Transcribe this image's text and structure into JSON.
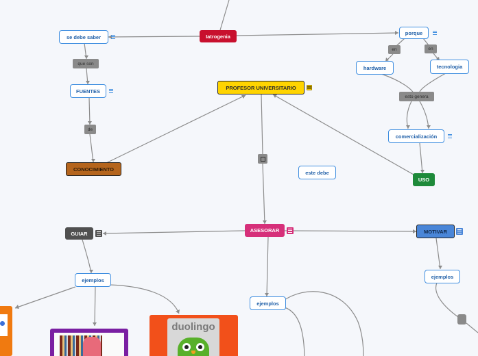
{
  "colors": {
    "line": "#8c8c8c",
    "outline_border": "#3f8ee0",
    "outline_text": "#1f5fa8",
    "iatrogenia": "#c8102e",
    "profesor": "#ffd400",
    "conocimiento": "#b5651d",
    "uso": "#1e8a3a",
    "asesorar": "#d6307a",
    "guiar": "#505050",
    "motivar": "#4a86d8",
    "duolingo_orange": "#f2501a",
    "purple_frame": "#7a1fa2",
    "orange_frame": "#f07a10"
  },
  "nodes": {
    "iatrogenia": "Iatrogenia",
    "se_debe_saber": "se debe saber",
    "porque": "porque",
    "hardware": "hardware",
    "tecnologia": "tecnologia",
    "fuentes": "FUENTES",
    "profesor": "PROFESOR UNIVERSITARIO",
    "comercializacion": "comercialización",
    "conocimiento": "CONOCIMIENTO",
    "este_debe": "este debe",
    "uso": "USO",
    "guiar": "GUIAR",
    "asesorar": "ASESORAR",
    "motivar": "MOTIVAR",
    "ejemplos_guiar": "ejemplos",
    "ejemplos_motivar": "ejemplos",
    "ejemplos_asesorar": "ejemplos"
  },
  "link_labels": {
    "que_son": "que son",
    "en_1": "en",
    "en_2": "en",
    "esto_genera": "esto genera",
    "de": "de"
  },
  "images": {
    "duolingo_text": "duolingo"
  },
  "icons": {
    "note": "notes-icon",
    "collapsed": "collapsed-branch-icon"
  }
}
